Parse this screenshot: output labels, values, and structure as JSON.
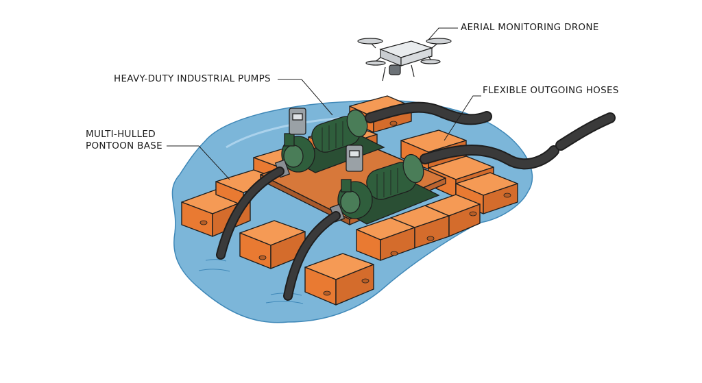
{
  "labels": {
    "drone": "AERIAL MONITORING DRONE",
    "pumps": "HEAVY-DUTY INDUSTRIAL PUMPS",
    "hoses": "FLEXIBLE OUTGOING HOSES",
    "pontoon_line1": "MULTI-HULLED",
    "pontoon_line2": "PONTOON BASE"
  },
  "colors": {
    "water": "#7cb6d9",
    "water_edge": "#3f88b8",
    "pontoon": "#f0873e",
    "pontoon_top": "#f59a55",
    "pontoon_dark": "#c9692a",
    "pump_green": "#2f5e3c",
    "pump_green_light": "#4a7d58",
    "hose": "#2b2b2b",
    "outline": "#1e1e1e"
  }
}
